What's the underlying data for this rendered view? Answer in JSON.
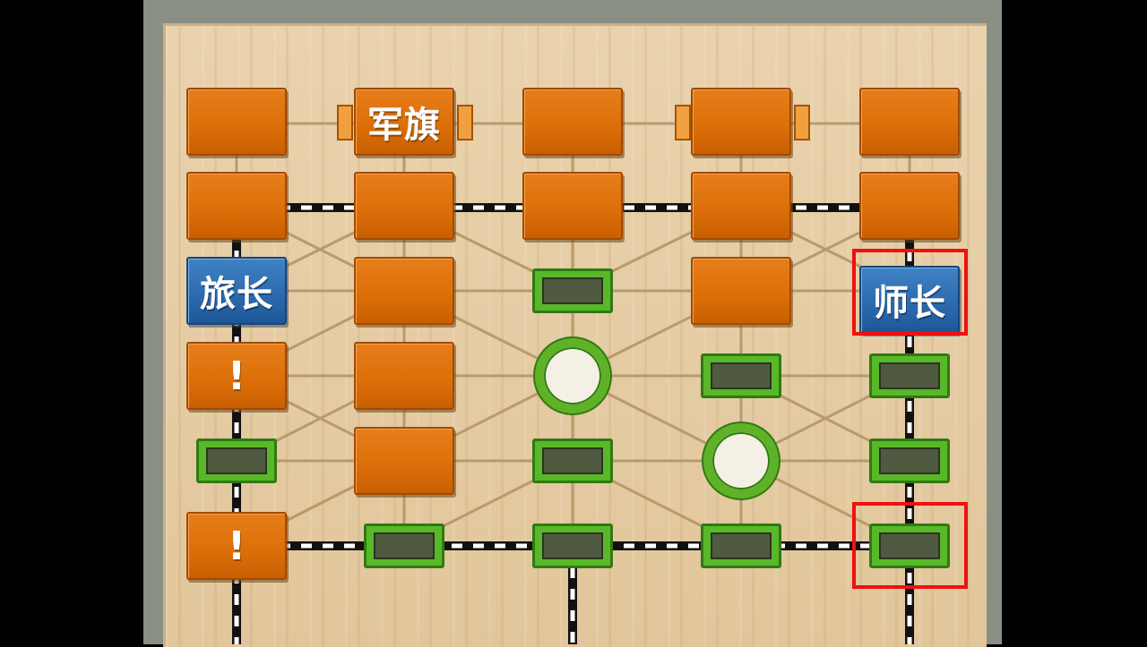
{
  "game": "军棋",
  "colors": {
    "orange_piece": "#db6e08",
    "blue_piece": "#2b69ad",
    "post_green": "#59b82a",
    "highlight_red": "#ee1111",
    "board_wood": "#e6cca4"
  },
  "pieces": [
    {
      "id": "r0c0",
      "color": "orange",
      "label": ""
    },
    {
      "id": "r0c1",
      "color": "orange",
      "label": "军旗"
    },
    {
      "id": "r0c2",
      "color": "orange",
      "label": ""
    },
    {
      "id": "r0c3",
      "color": "orange",
      "label": ""
    },
    {
      "id": "r0c4",
      "color": "orange",
      "label": ""
    },
    {
      "id": "r1c0",
      "color": "orange",
      "label": ""
    },
    {
      "id": "r1c1",
      "color": "orange",
      "label": ""
    },
    {
      "id": "r1c2",
      "color": "orange",
      "label": ""
    },
    {
      "id": "r1c3",
      "color": "orange",
      "label": ""
    },
    {
      "id": "r1c4",
      "color": "orange",
      "label": ""
    },
    {
      "id": "r2c0",
      "color": "blue",
      "label": "旅长"
    },
    {
      "id": "r2c1",
      "color": "orange",
      "label": ""
    },
    {
      "id": "r2c3",
      "color": "orange",
      "label": ""
    },
    {
      "id": "r2c4",
      "color": "blue",
      "label": "师长"
    },
    {
      "id": "r3c0",
      "color": "orange",
      "label": "!"
    },
    {
      "id": "r3c1",
      "color": "orange",
      "label": ""
    },
    {
      "id": "r4c1",
      "color": "orange",
      "label": ""
    },
    {
      "id": "r5c0",
      "color": "orange",
      "label": "!"
    }
  ],
  "highlights": [
    "selected-piece-shizhang",
    "target-post"
  ]
}
